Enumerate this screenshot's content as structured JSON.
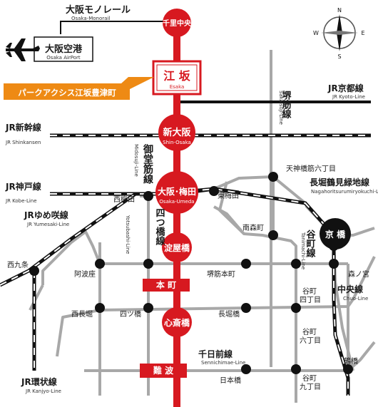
{
  "colors": {
    "midosuji": "#d71920",
    "gray_line": "#a8a8a8",
    "jr_line": "#111111",
    "callout": "#ee8a14",
    "station_dot": "#111111"
  },
  "stations": {
    "senri_chuo": "千里中央",
    "esaka": "江 坂",
    "esaka_en": "Esaka",
    "shin_osaka": "新大阪",
    "shin_osaka_en": "Shin-Osaka",
    "umeda": "大阪･梅田",
    "umeda_en": "Osaka-Umeda",
    "yodoyabashi": "淀屋橋",
    "honmachi": "本 町",
    "shinsaibashi": "心斎橋",
    "namba": "難 波",
    "kyobashi": "京 橋",
    "tenjinbashi": "天神橋筋六丁目",
    "higashi_umeda": "東梅田",
    "minami_morimachi": "南森町",
    "nishi_umeda": "西梅田",
    "nishikujo": "西九条",
    "awaza": "阿波座",
    "sakaisuji_honmachi": "堺筋本町",
    "morinomiya": "森ノ宮",
    "tanimachi4": [
      "谷町",
      "四丁目"
    ],
    "nishinagahori": "西長堀",
    "yotsubashi_st": "四ツ橋",
    "nagahoribashi": "長堀橋",
    "tanimachi6": [
      "谷町",
      "六丁目"
    ],
    "nipponbashi": "日本橋",
    "tanimachi9": [
      "谷町",
      "九丁目"
    ],
    "tsuruhashi": "鶴橋"
  },
  "lines": {
    "monorail": "大阪モノレール",
    "monorail_en": "Osaka-Monorail",
    "sakaisuji": "堺筋線",
    "sakaisuji_en": "Sakaisuji-Line",
    "midosuji": "御堂筋線",
    "midosuji_en": "Midosuji-Line",
    "yotsubashi": "四つ橋線",
    "yotsubashi_en": "Yotsubashi-Line",
    "tanimachi": "谷町線",
    "tanimachi_en": "Tanimachi-Line",
    "chuo": "中央線",
    "chuo_en": "Chuo-Line",
    "sennichimae": "千日前線",
    "sennichimae_en": "Sennichimae-Line",
    "nagahori": "長堀鶴見緑地線",
    "nagahori_en": "Nagahoritsurumiryokuchi-Line",
    "jr_kyoto": "JR京都線",
    "jr_kyoto_en": "JR Kyoto-Line",
    "jr_shinkansen": "JR新幹線",
    "jr_shinkansen_en": "JR Shinkansen",
    "jr_kobe": "JR神戸線",
    "jr_kobe_en": "JR Kobe-Line",
    "jr_yumesaki": "JRゆめ咲線",
    "jr_yumesaki_en": "JR Yumesaki-Line",
    "jr_kanjyo": "JR環状線",
    "jr_kanjyo_en": "JR Kanjyo-Line"
  },
  "airport": {
    "name": "大阪空港",
    "name_en": "Osaka AirPort",
    "icon": "airplane-icon"
  },
  "callout": {
    "text": "パークアクシス江坂豊津町"
  },
  "compass": {
    "icon": "compass-icon",
    "n": "N",
    "s": "S",
    "e": "E",
    "w": "W"
  }
}
